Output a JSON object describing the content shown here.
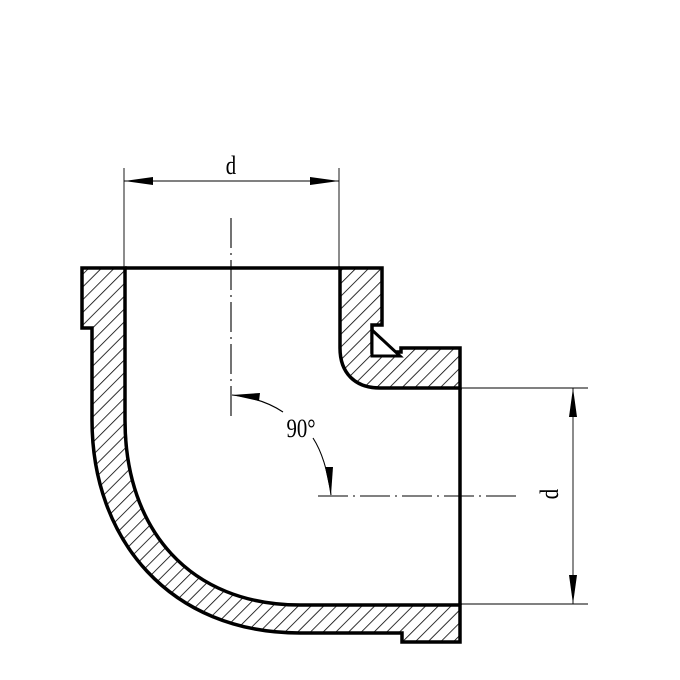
{
  "diagram": {
    "subject": "90-degree pipe elbow cross-section",
    "labels": {
      "top_dimension": "d",
      "right_dimension": "d",
      "angle": "90°"
    },
    "colors": {
      "stroke": "#000000",
      "background": "#ffffff"
    }
  }
}
